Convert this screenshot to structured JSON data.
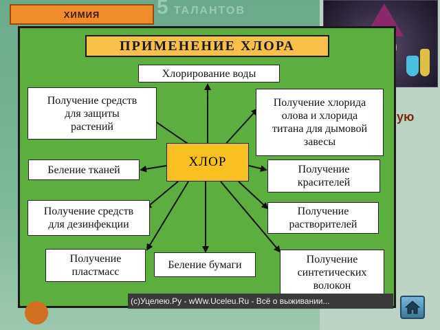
{
  "slide": {
    "subject": "ХИМИЯ",
    "background_title": "5",
    "background_subtitle": "ТАЛАНТОВ",
    "peek_text": "ую"
  },
  "diagram": {
    "title": "ПРИМЕНЕНИЕ ХЛОРА",
    "center": "ХЛОР",
    "nodes": [
      "Хлорирование воды",
      "Получение средств\nдля защиты\nрастений",
      "Получение хлорида\nолова и хлорида\nтитана для дымовой\nзавесы",
      "Беление тканей",
      "Получение\nкрасителей",
      "Получение средств\nдля дезинфекции",
      "Получение\nрастворителей",
      "Получение\nпластмасс",
      "Беление бумаги",
      "Получение\nсинтетических\nволокон"
    ]
  },
  "footer": {
    "watermark": "(c)Уцелею.Ру - wWw.Uceleu.Ru - Всё о выживании..."
  },
  "icons": {
    "home": "home-icon"
  },
  "colors": {
    "diagram_bg": "#5cae3e",
    "title_bg": "#f8c048",
    "center_bg": "#f8c020",
    "subject_tab": "#f08c2c"
  }
}
